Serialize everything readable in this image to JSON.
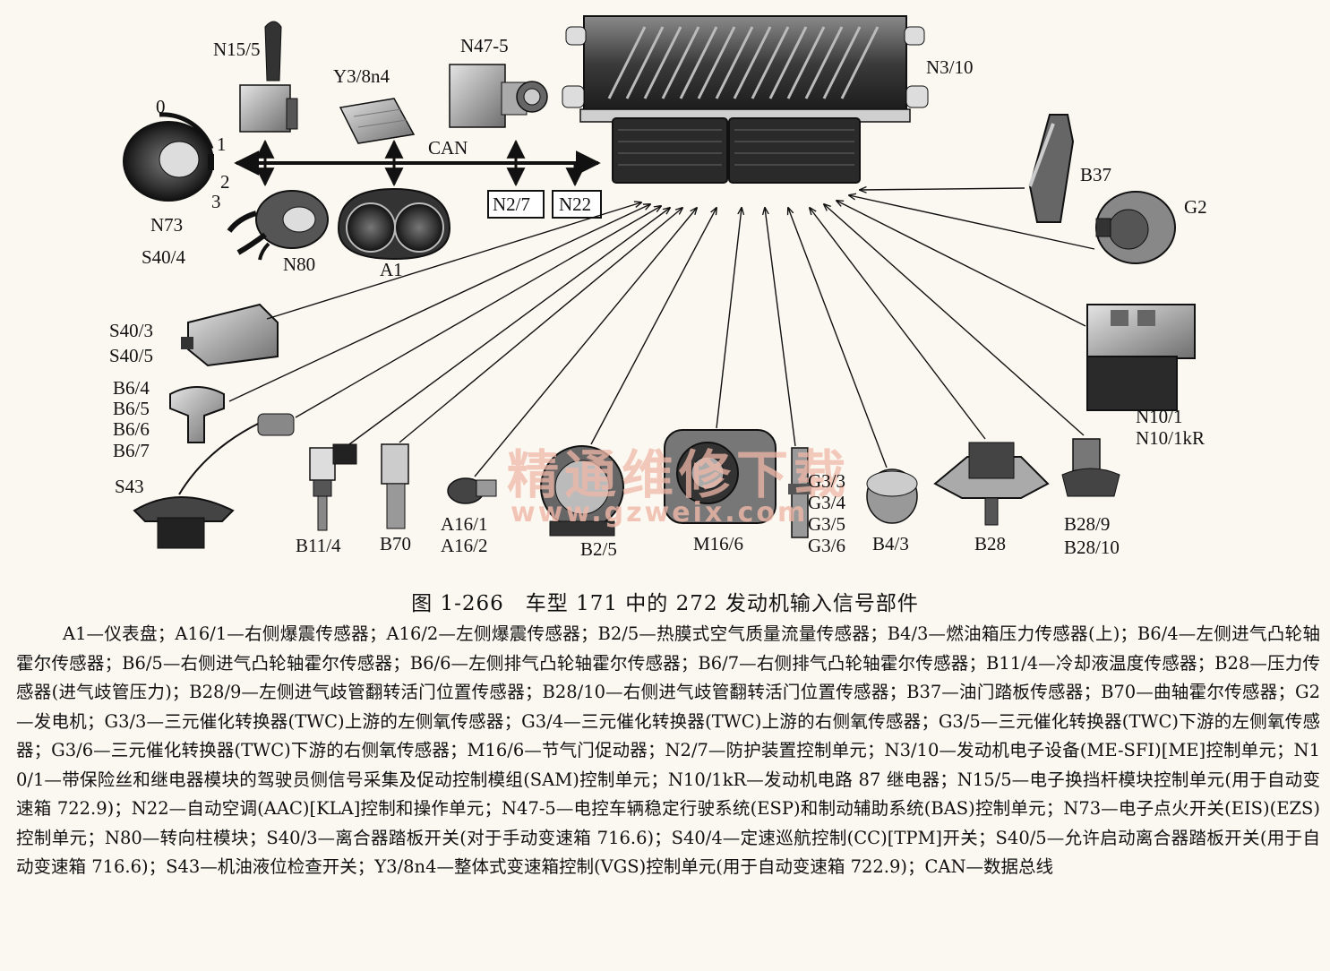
{
  "labels": {
    "n15_5": "N15/5",
    "y3_8n4": "Y3/8n4",
    "n47_5": "N47-5",
    "n3_10": "N3/10",
    "can": "CAN",
    "n73": "N73",
    "pos0": "0",
    "pos1": "1",
    "pos2": "2",
    "pos3": "3",
    "n2_7": "N2/7",
    "n22": "N22",
    "s40_4": "S40/4",
    "n80": "N80",
    "a1": "A1",
    "b37": "B37",
    "g2": "G2",
    "s40_3": "S40/3",
    "s40_5": "S40/5",
    "b6_4": "B6/4",
    "b6_5": "B6/5",
    "b6_6": "B6/6",
    "b6_7": "B6/7",
    "n10_1": "N10/1",
    "n10_1kr": "N10/1kR",
    "s43": "S43",
    "b11_4": "B11/4",
    "b70": "B70",
    "a16_1": "A16/1",
    "a16_2": "A16/2",
    "b2_5": "B2/5",
    "m16_6": "M16/6",
    "g3_3": "G3/3",
    "g3_4": "G3/4",
    "g3_5": "G3/5",
    "g3_6": "G3/6",
    "b4_3": "B4/3",
    "b28": "B28",
    "b28_9": "B28/9",
    "b28_10": "B28/10"
  },
  "watermark": {
    "cn": "精通维修下载",
    "url": "www.gzweix.com"
  },
  "caption": "图 1-266　车型 171 中的 272 发动机输入信号部件",
  "legend": "A1—仪表盘；A16/1—右侧爆震传感器；A16/2—左侧爆震传感器；B2/5—热膜式空气质量流量传感器；B4/3—燃油箱压力传感器(上)；B6/4—左侧进气凸轮轴霍尔传感器；B6/5—右侧进气凸轮轴霍尔传感器；B6/6—左侧排气凸轮轴霍尔传感器；B6/7—右侧排气凸轮轴霍尔传感器；B11/4—冷却液温度传感器；B28—压力传感器(进气歧管压力)；B28/9—左侧进气歧管翻转活门位置传感器；B28/10—右侧进气歧管翻转活门位置传感器；B37—油门踏板传感器；B70—曲轴霍尔传感器；G2—发电机；G3/3—三元催化转换器(TWC)上游的左侧氧传感器；G3/4—三元催化转换器(TWC)上游的右侧氧传感器；G3/5—三元催化转换器(TWC)下游的左侧氧传感器；G3/6—三元催化转换器(TWC)下游的右侧氧传感器；M16/6—节气门促动器；N2/7—防护装置控制单元；N3/10—发动机电子设备(ME-SFI)[ME]控制单元；N10/1—带保险丝和继电器模块的驾驶员侧信号采集及促动控制模组(SAM)控制单元；N10/1kR—发动机电路 87 继电器；N15/5—电子换挡杆模块控制单元(用于自动变速箱 722.9)；N22—自动空调(AAC)[KLA]控制和操作单元；N47-5—电控车辆稳定行驶系统(ESP)和制动辅助系统(BAS)控制单元；N73—电子点火开关(EIS)(EZS) 控制单元；N80—转向柱模块；S40/3—离合器踏板开关(对于手动变速箱 716.6)；S40/4—定速巡航控制(CC)[TPM]开关；S40/5—允许启动离合器踏板开关(用于自动变速箱 716.6)；S43—机油液位检查开关；Y3/8n4—整体式变速箱控制(VGS)控制单元(用于自动变速箱 722.9)；CAN—数据总线"
}
